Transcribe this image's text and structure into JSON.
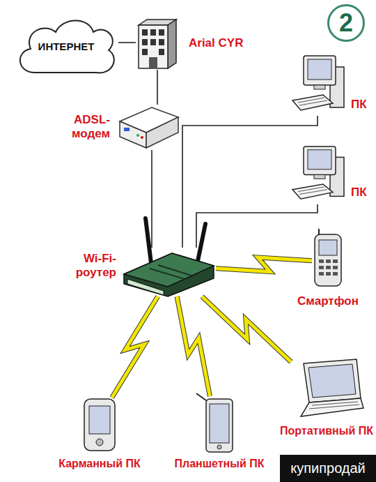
{
  "diagram": {
    "nodes": [
      {
        "text": [
          "ИНТЕРНЕТ"
        ]
      },
      {
        "text": [
          "Arial CYR"
        ]
      },
      {
        "text": [
          "ADSL- модем"
        ]
      },
      {
        "text": [
          "ПК"
        ]
      },
      {
        "text": [
          "ПК"
        ]
      },
      {
        "text": [
          "Wi-Fi- роутер"
        ]
      },
      {
        "text": [
          "Смартфон"
        ]
      },
      {
        "text": [
          "Карманный ПК"
        ]
      },
      {
        "text": [
          "Планшетный ПК"
        ]
      },
      {
        "text": [
          "Портативный ПК"
        ]
      }
    ],
    "edges": [
      {
        "from": 0,
        "to": 1,
        "arrow": "none"
      },
      {
        "from": 1,
        "to": 2,
        "arrow": "none"
      },
      {
        "from": 2,
        "to": 5,
        "arrow": "none"
      },
      {
        "from": 5,
        "to": 3,
        "arrow": "none"
      },
      {
        "from": 5,
        "to": 4,
        "arrow": "none"
      },
      {
        "from": 5,
        "to": 6,
        "arrow": "none"
      },
      {
        "from": 5,
        "to": 7,
        "arrow": "none"
      },
      {
        "from": 5,
        "to": 8,
        "arrow": "none"
      },
      {
        "from": 5,
        "to": 9,
        "arrow": "none"
      }
    ],
    "labels": [
      "2",
      "купипродай"
    ]
  }
}
